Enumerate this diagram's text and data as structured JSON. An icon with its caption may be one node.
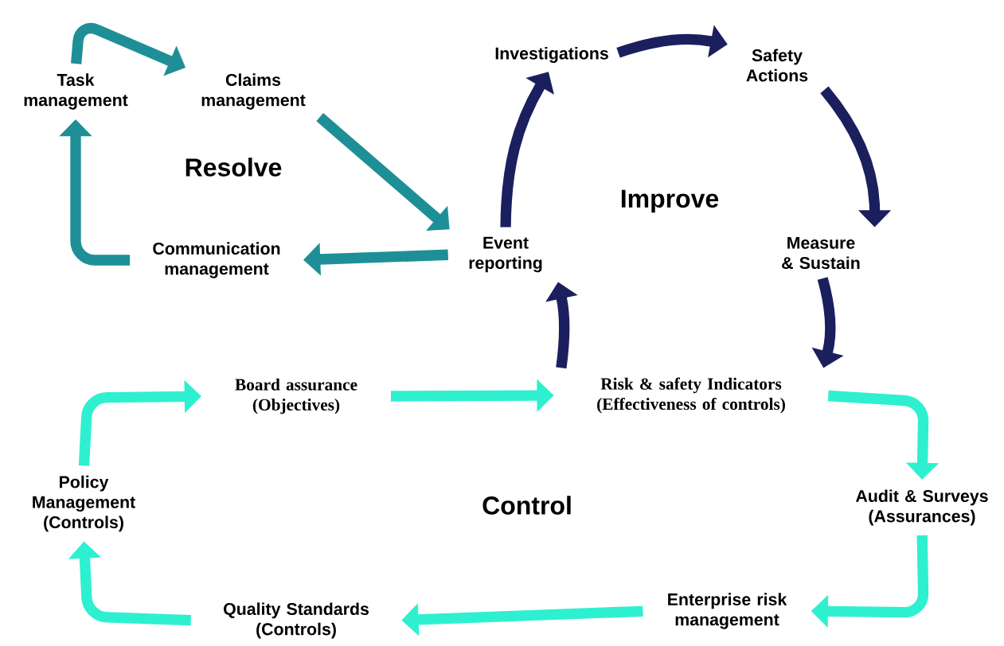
{
  "diagram": {
    "nodes": [
      {
        "text": [
          "Task management"
        ]
      },
      {
        "text": [
          "Claims management"
        ]
      },
      {
        "text": [
          "Communication management"
        ]
      },
      {
        "text": [
          "Event reporting"
        ]
      },
      {
        "text": [
          "Investigations"
        ]
      },
      {
        "text": [
          "Safety Actions"
        ]
      },
      {
        "text": [
          "Measure & Sustain"
        ]
      },
      {
        "text": [
          "Risk & safety Indicators (Effectiveness of controls)"
        ]
      },
      {
        "text": [
          "Board assurance (Objectives)"
        ]
      },
      {
        "text": [
          "Audit & Surveys (Assurances)"
        ]
      },
      {
        "text": [
          "Enterprise risk management"
        ]
      },
      {
        "text": [
          "Quality Standards (Controls)"
        ]
      },
      {
        "text": [
          "Policy Management (Controls)"
        ]
      }
    ],
    "edges": [
      {
        "from": 0,
        "to": 1,
        "arrow": "to",
        "color": "#1e8f96"
      },
      {
        "from": 1,
        "to": 3,
        "arrow": "to",
        "color": "#1e8f96"
      },
      {
        "from": 3,
        "to": 2,
        "arrow": "to",
        "color": "#1e8f96"
      },
      {
        "from": 2,
        "to": 0,
        "arrow": "to",
        "color": "#1e8f96"
      },
      {
        "from": 4,
        "to": 5,
        "arrow": "to",
        "color": "#1b1f5e"
      },
      {
        "from": 5,
        "to": 6,
        "arrow": "to",
        "color": "#1b1f5e"
      },
      {
        "from": 6,
        "to": 7,
        "arrow": "to",
        "color": "#1b1f5e"
      },
      {
        "from": 7,
        "to": 3,
        "arrow": "to",
        "color": "#1b1f5e"
      },
      {
        "from": 3,
        "to": 4,
        "arrow": "to",
        "color": "#1b1f5e"
      },
      {
        "from": 8,
        "to": 7,
        "arrow": "to",
        "color": "#2ef0d0"
      },
      {
        "from": 7,
        "to": 9,
        "arrow": "to",
        "color": "#2ef0d0"
      },
      {
        "from": 9,
        "to": 10,
        "arrow": "to",
        "color": "#2ef0d0"
      },
      {
        "from": 10,
        "to": 11,
        "arrow": "to",
        "color": "#2ef0d0"
      },
      {
        "from": 11,
        "to": 12,
        "arrow": "to",
        "color": "#2ef0d0"
      },
      {
        "from": 12,
        "to": 8,
        "arrow": "to",
        "color": "#2ef0d0"
      }
    ],
    "labels": [
      "Resolve",
      "Improve",
      "Control"
    ]
  }
}
